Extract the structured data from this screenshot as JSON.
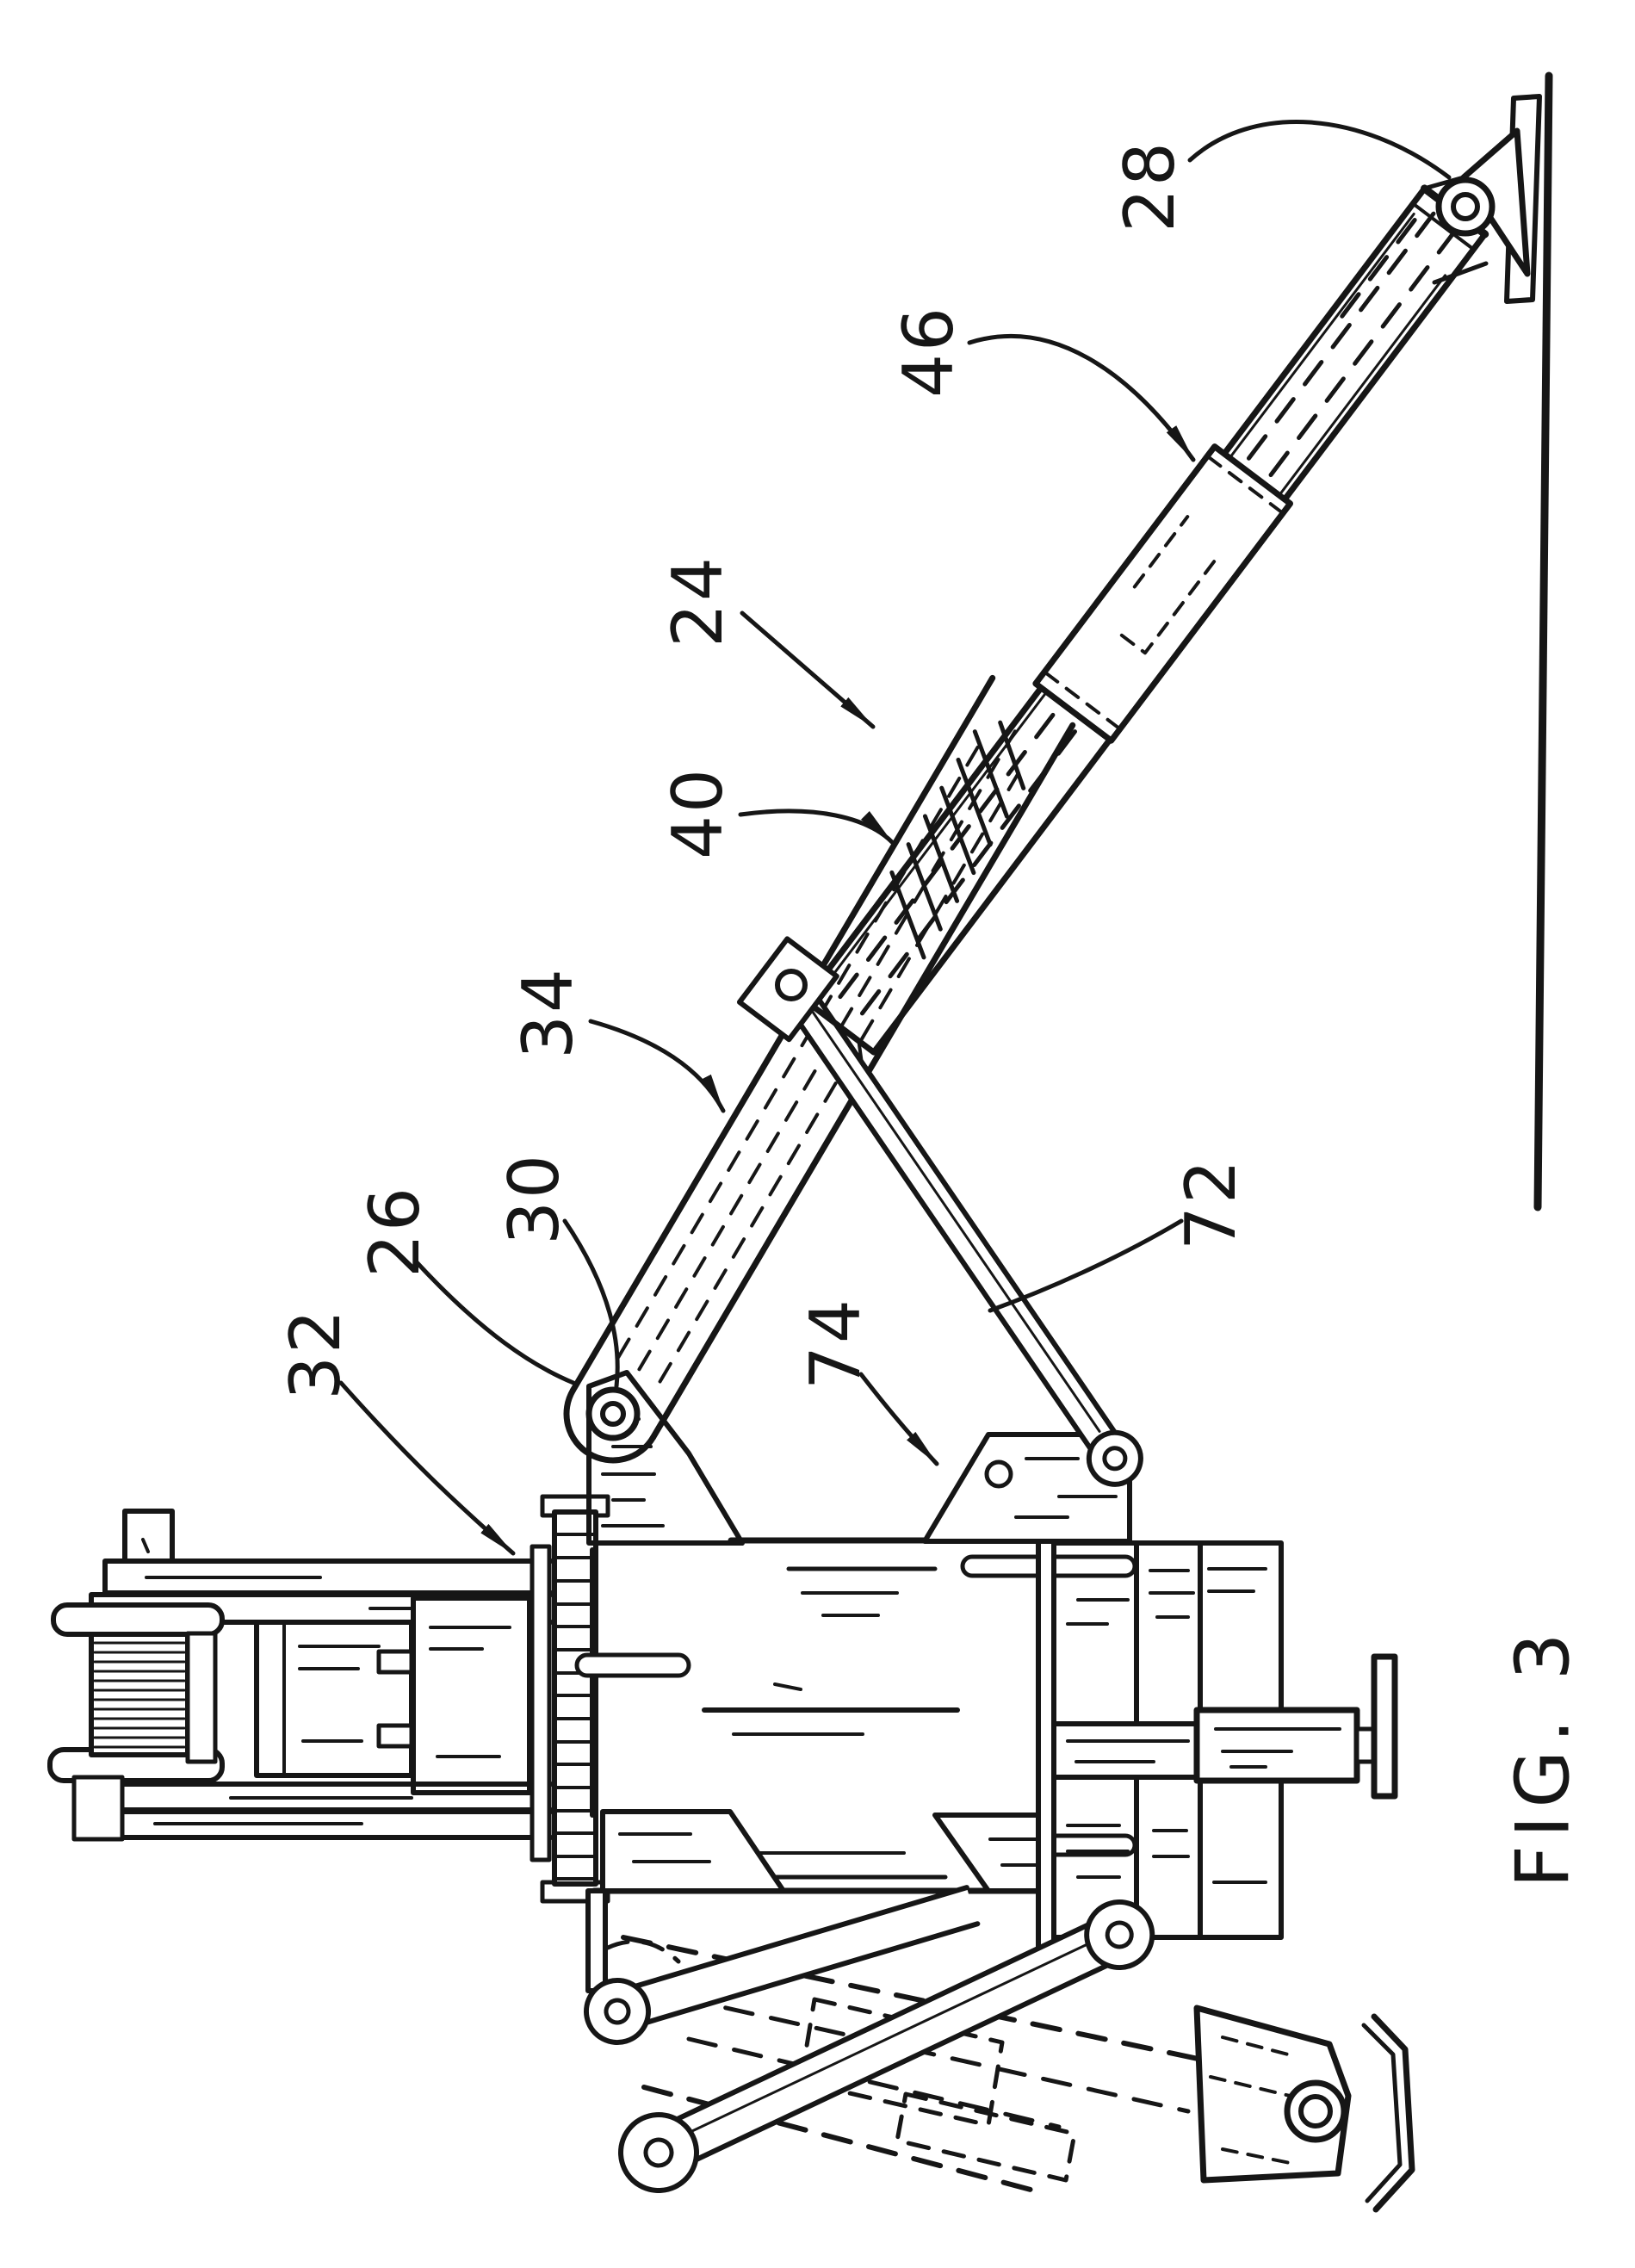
{
  "figure": {
    "label": "FIG. 3",
    "kind": "patent-line-drawing",
    "ink_color": "#161616",
    "background_color": "#ffffff",
    "reference_labels": [
      {
        "text": "28"
      },
      {
        "text": "46"
      },
      {
        "text": "24"
      },
      {
        "text": "40"
      },
      {
        "text": "34"
      },
      {
        "text": "26"
      },
      {
        "text": "30"
      },
      {
        "text": "32"
      },
      {
        "text": "74"
      },
      {
        "text": "72"
      }
    ]
  }
}
